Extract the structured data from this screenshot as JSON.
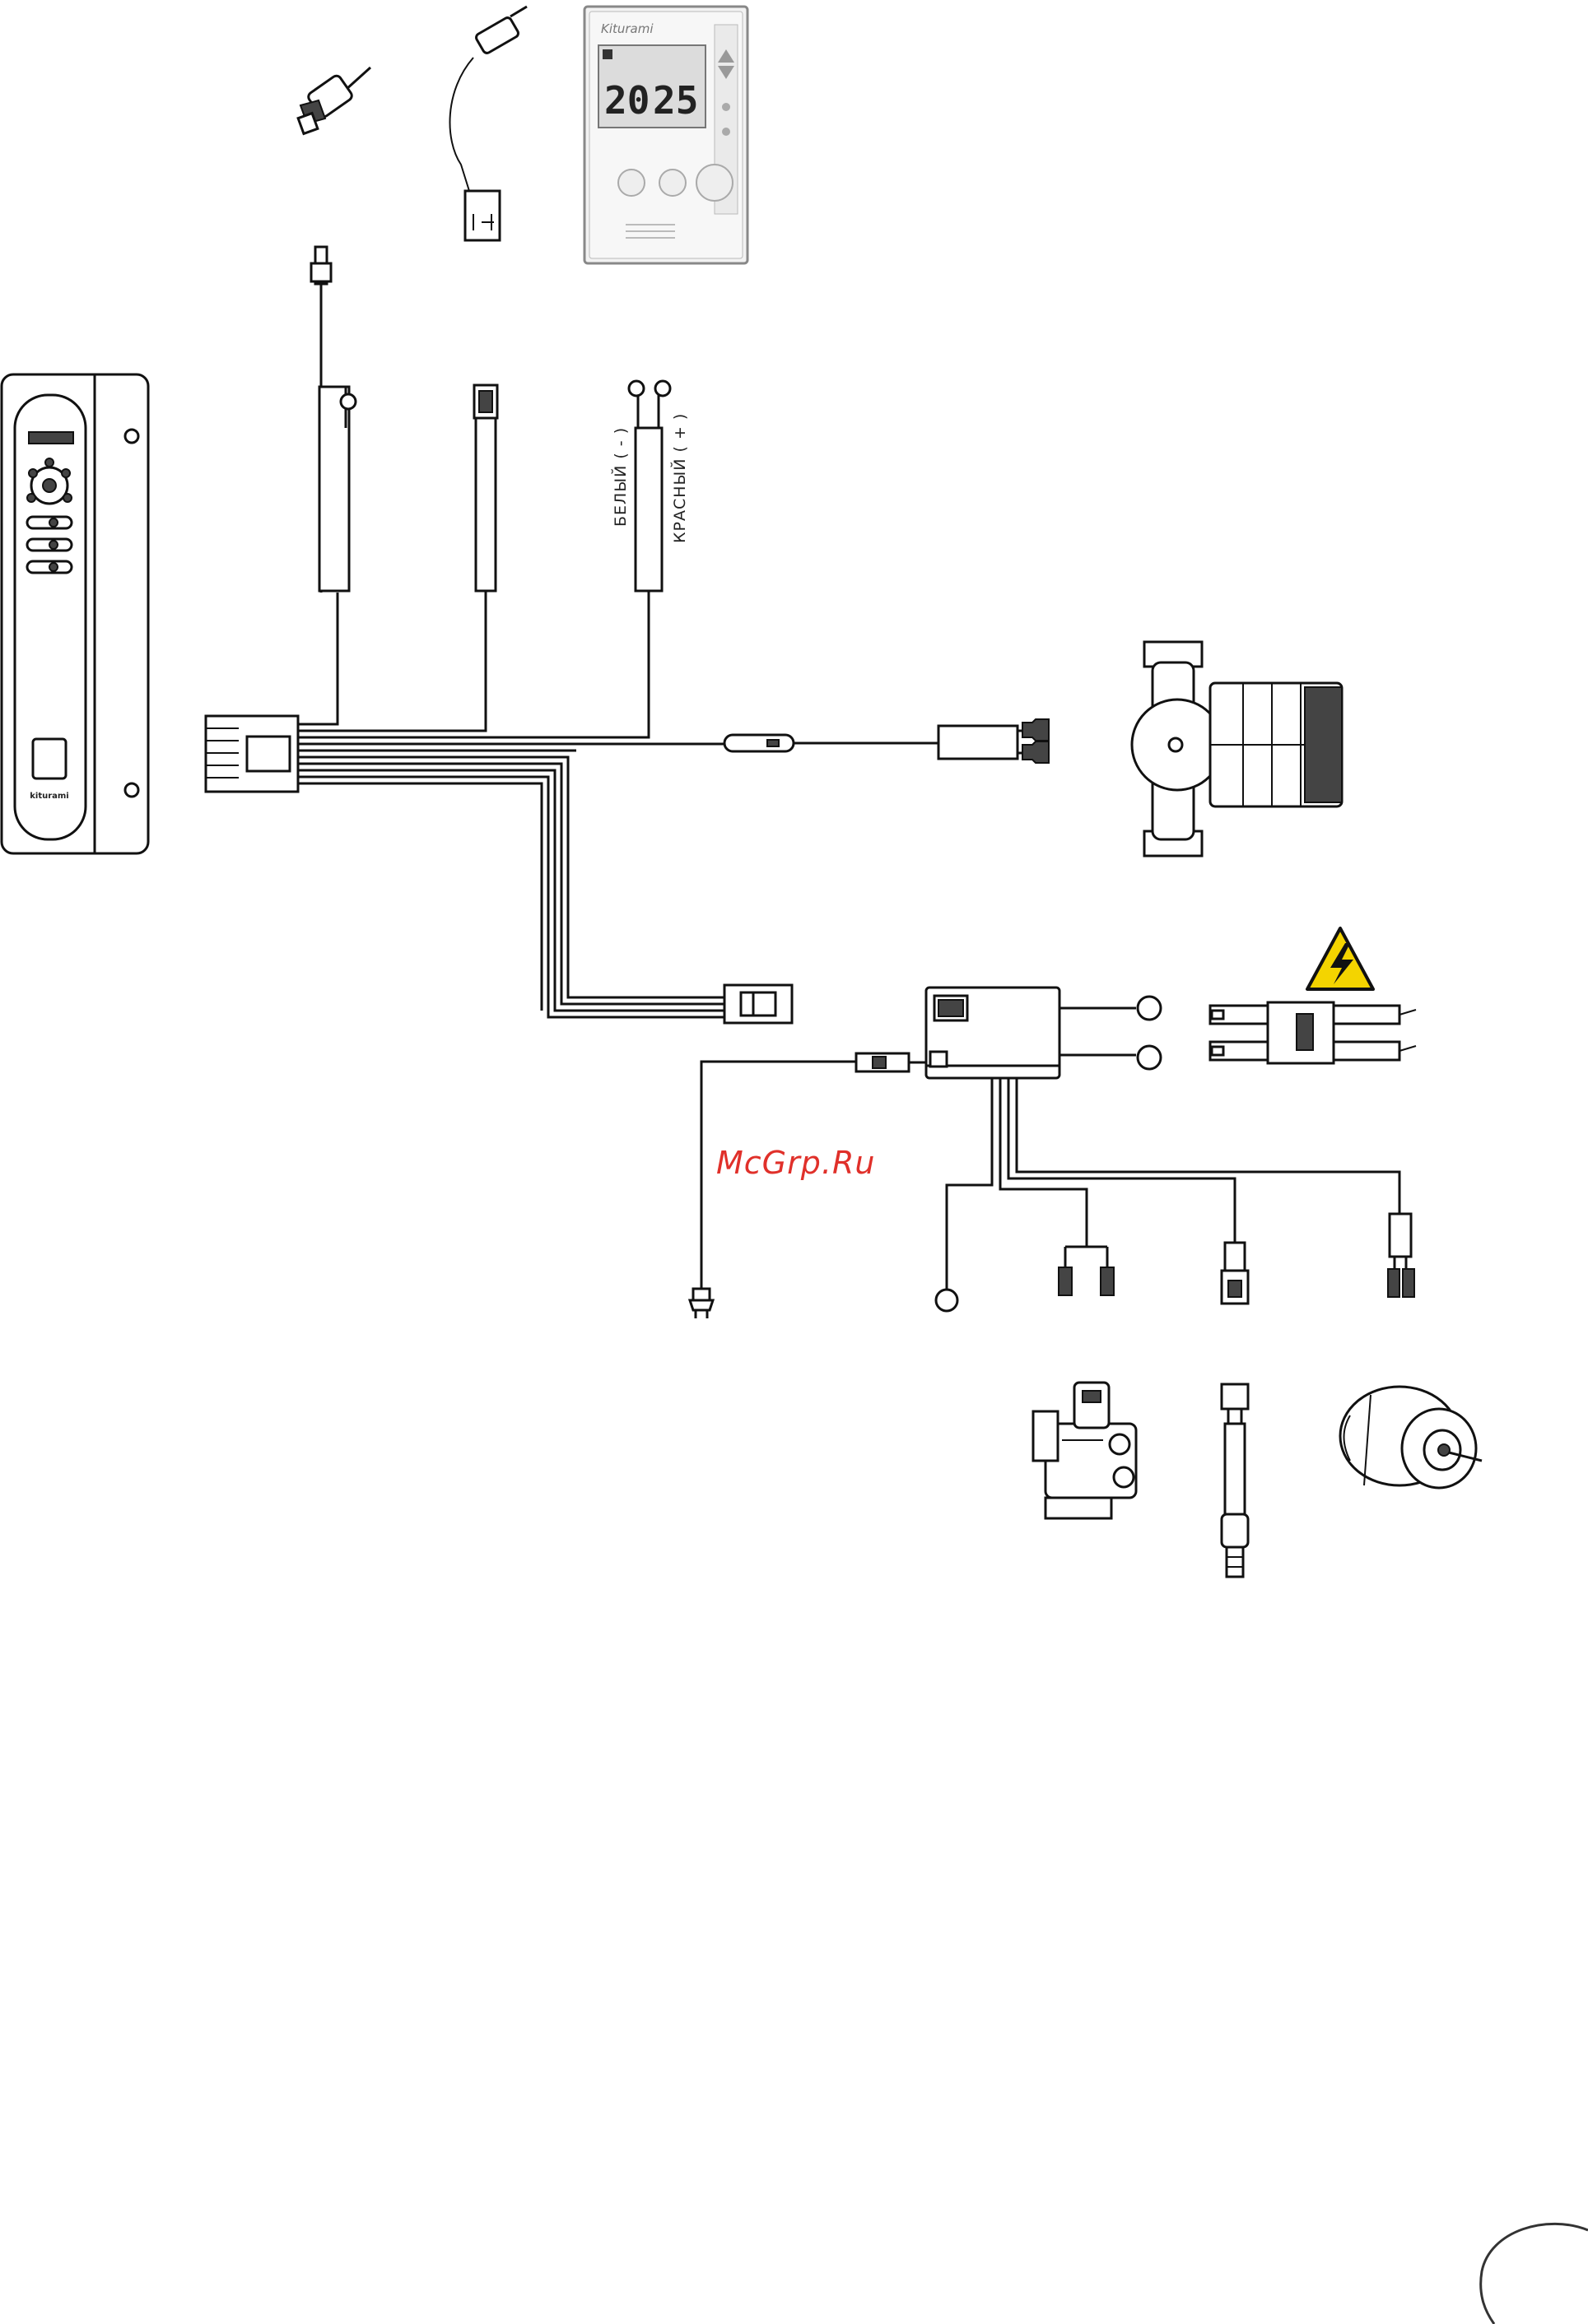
{
  "labels": {
    "wire_white": "БЕЛЫЙ ( - )",
    "wire_red": "КРАСНЫЙ ( + )"
  },
  "room_controller": {
    "brand": "Kiturami",
    "temp_left": "20",
    "temp_right": "25"
  },
  "boiler_panel": {
    "brand": "kiturami"
  },
  "watermark": "McGrp.Ru",
  "colors": {
    "line": "#111111",
    "warning_yellow": "#f4d400",
    "watermark": "#e0302a"
  },
  "icons": [
    "high-voltage-warning-icon",
    "power-plug-icon",
    "ring-terminal-icon"
  ]
}
